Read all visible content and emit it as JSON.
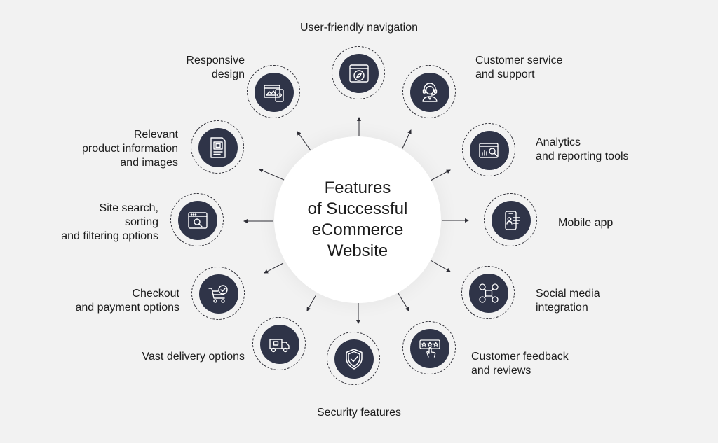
{
  "title_lines": [
    "Features",
    "of Successful",
    "eCommerce",
    "Website"
  ],
  "colors": {
    "background": "#f2f2f2",
    "disc": "#2f3448",
    "icon_stroke": "#ffffff",
    "text": "#1c1c1c"
  },
  "features": [
    {
      "id": "navigation",
      "icon": "compass-icon",
      "lines": [
        "User-friendly navigation"
      ]
    },
    {
      "id": "customer-service",
      "icon": "headset-icon",
      "lines": [
        "Customer service",
        "and support"
      ]
    },
    {
      "id": "analytics",
      "icon": "analytics-icon",
      "lines": [
        "Analytics",
        "and reporting tools"
      ]
    },
    {
      "id": "mobile-app",
      "icon": "smartphone-icon",
      "lines": [
        "Mobile app"
      ]
    },
    {
      "id": "social-media",
      "icon": "social-network-icon",
      "lines": [
        "Social media",
        "integration"
      ]
    },
    {
      "id": "feedback",
      "icon": "rating-icon",
      "lines": [
        "Customer feedback",
        "and reviews"
      ]
    },
    {
      "id": "security",
      "icon": "shield-check-icon",
      "lines": [
        "Security features"
      ]
    },
    {
      "id": "delivery",
      "icon": "delivery-truck-icon",
      "lines": [
        "Vast delivery options"
      ]
    },
    {
      "id": "checkout",
      "icon": "cart-check-icon",
      "lines": [
        "Checkout",
        "and payment options"
      ]
    },
    {
      "id": "site-search",
      "icon": "search-window-icon",
      "lines": [
        "Site search,",
        "sorting",
        "and filtering options"
      ]
    },
    {
      "id": "product-info",
      "icon": "document-image-icon",
      "lines": [
        "Relevant",
        "product information",
        "and images"
      ]
    },
    {
      "id": "responsive",
      "icon": "responsive-devices-icon",
      "lines": [
        "Responsive",
        "design"
      ]
    }
  ]
}
